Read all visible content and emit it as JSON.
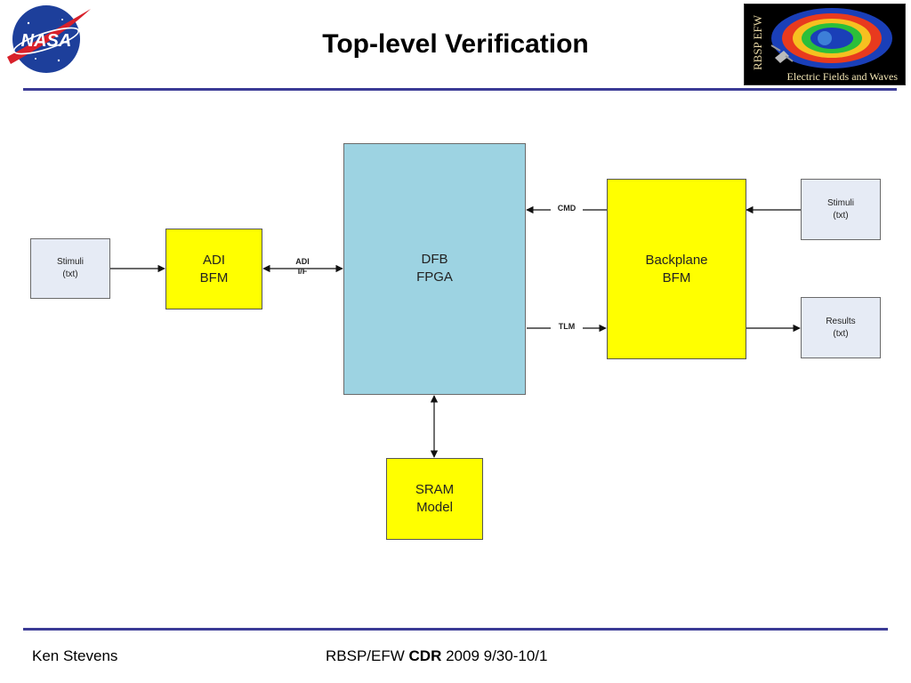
{
  "header": {
    "title": "Top-level Verification",
    "left_logo": {
      "icon": "nasa-meatball-icon",
      "text": "NASA"
    },
    "right_logo": {
      "icon": "rbsp-efw-logo",
      "vertical_text": "RBSP EFW",
      "caption": "Electric Fields and Waves"
    }
  },
  "colors": {
    "rule": "#3b3b96",
    "fpga_fill": "#9dd3e2",
    "bfm_fill": "#ffff00",
    "file_fill": "#e6ebf5"
  },
  "diagram": {
    "nodes": {
      "stimuli_left": {
        "line1": "Stimuli",
        "line2": "(txt)"
      },
      "adi_bfm": {
        "line1": "ADI",
        "line2": "BFM"
      },
      "dfb_fpga": {
        "line1": "DFB",
        "line2": "FPGA"
      },
      "backplane_bfm": {
        "line1": "Backplane",
        "line2": "BFM"
      },
      "stimuli_right": {
        "line1": "Stimuli",
        "line2": "(txt)"
      },
      "results": {
        "line1": "Results",
        "line2": "(txt)"
      },
      "sram_model": {
        "line1": "SRAM",
        "line2": "Model"
      }
    },
    "edges": {
      "adi_if": {
        "line1": "ADI",
        "line2": "I/F"
      },
      "cmd": "CMD",
      "tlm": "TLM"
    }
  },
  "footer": {
    "author": "Ken Stevens",
    "event_prefix": "RBSP/EFW ",
    "event_bold": "CDR",
    "event_suffix": " 2009 9/30-10/1"
  }
}
